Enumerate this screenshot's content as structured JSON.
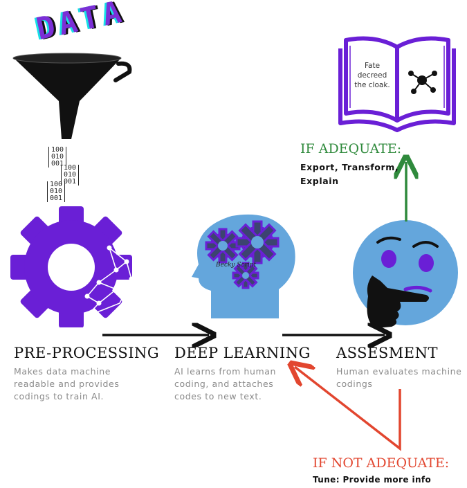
{
  "header": {
    "data_word": "DATA"
  },
  "binary_matrices": [
    "100\n010\n001",
    "100\n010\n001",
    "100\n010\n001"
  ],
  "book": {
    "page_text": "Fate\ndecreed\nthe cloak."
  },
  "brain": {
    "label": "Becky Script"
  },
  "stages": [
    {
      "title": "PRE-PROCESSING",
      "description": "Makes data machine readable and provides codings to train AI."
    },
    {
      "title": "DEEP LEARNING",
      "description": "AI learns from human coding, and attaches codes to new text."
    },
    {
      "title": "ASSESMENT",
      "description": "Human evaluates machine codings"
    }
  ],
  "if_adequate": {
    "heading": "IF ADEQUATE:",
    "text": "Export, Transform, Explain"
  },
  "if_not_adequate": {
    "heading": "IF NOT ADEQUATE:",
    "text": "Tune: Provide more info"
  },
  "colors": {
    "purple": "#6a1fd6",
    "blue": "#64a6dc",
    "dark_gear": "#3c4470",
    "green": "#2f8a3c",
    "red": "#e2462f",
    "black": "#111111"
  }
}
